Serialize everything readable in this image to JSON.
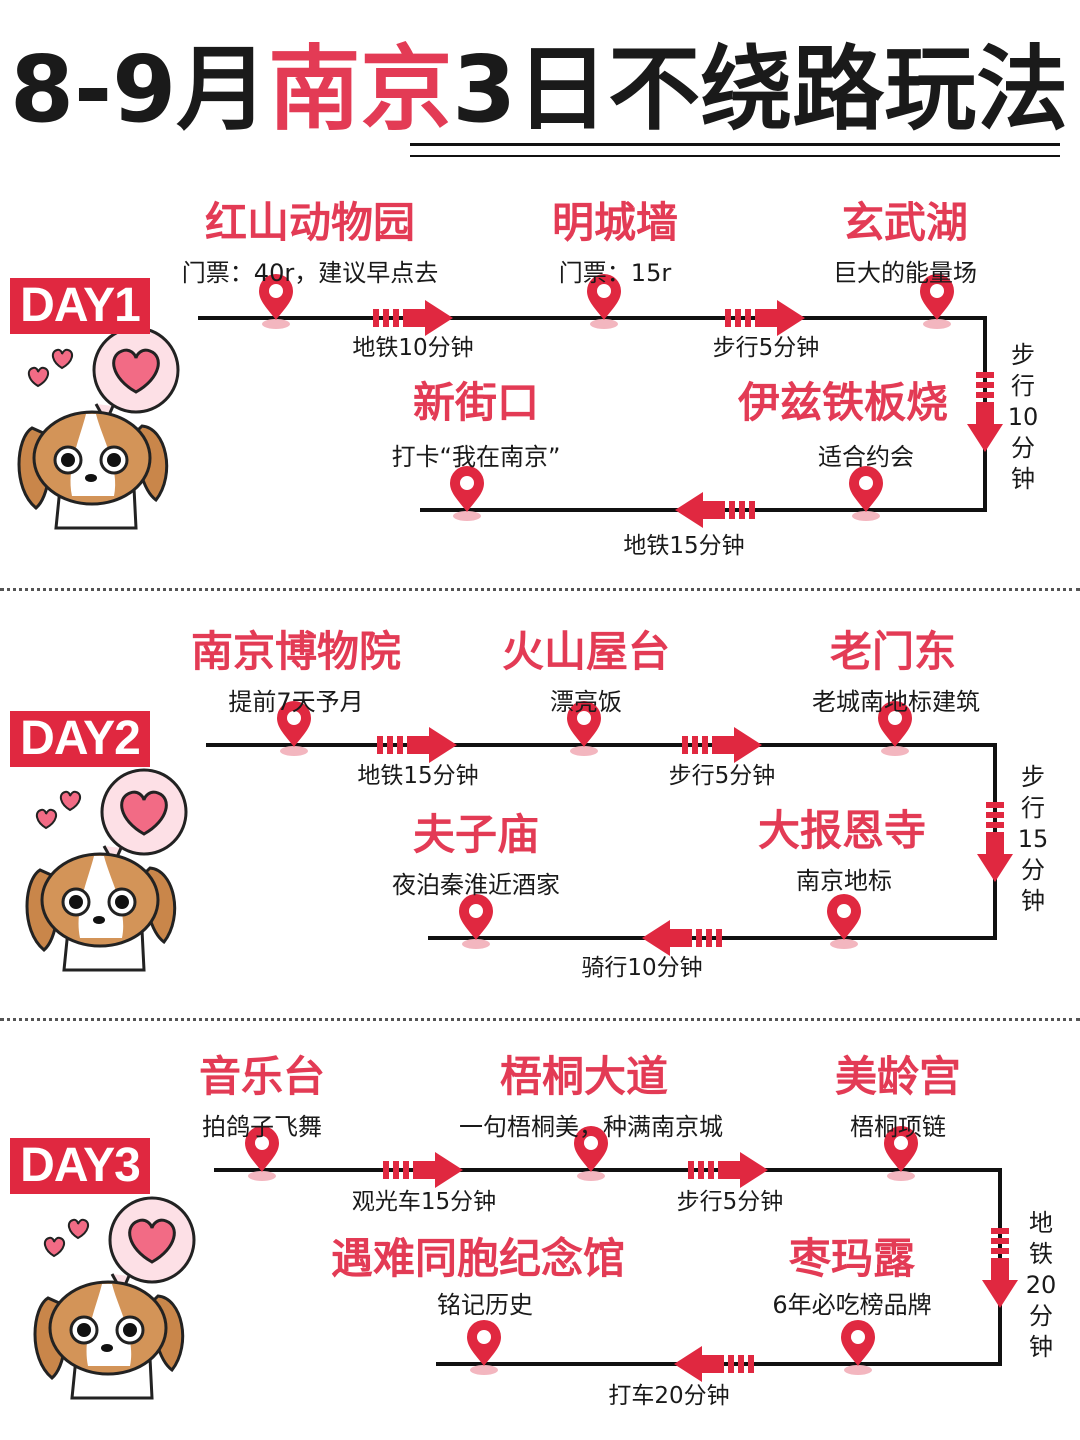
{
  "title": {
    "part1": "8-9月",
    "part2": "南京",
    "part3": "3日不绕路玩法"
  },
  "colors": {
    "accent": "#e33b55",
    "badge": "#e02840",
    "line": "#111111"
  },
  "days": [
    {
      "badge": "DAY1",
      "stops": [
        {
          "name": "红山动物园",
          "note": "门票：40r，建议早点去"
        },
        {
          "name": "明城墙",
          "note": "门票：15r"
        },
        {
          "name": "玄武湖",
          "note": "巨大的能量场"
        },
        {
          "name": "伊兹铁板烧",
          "note": "适合约会"
        },
        {
          "name": "新街口",
          "note": "打卡“我在南京”"
        }
      ],
      "transits": [
        "地铁10分钟",
        "步行5分钟",
        "步行10分钟",
        "地铁15分钟"
      ]
    },
    {
      "badge": "DAY2",
      "stops": [
        {
          "name": "南京博物院",
          "note": "提前7天予月"
        },
        {
          "name": "火山屋台",
          "note": "漂亮饭"
        },
        {
          "name": "老门东",
          "note": "老城南地标建筑"
        },
        {
          "name": "大报恩寺",
          "note": "南京地标"
        },
        {
          "name": "夫子庙",
          "note": "夜泊秦淮近酒家"
        }
      ],
      "transits": [
        "地铁15分钟",
        "步行5分钟",
        "步行15分钟",
        "骑行10分钟"
      ]
    },
    {
      "badge": "DAY3",
      "stops": [
        {
          "name": "音乐台",
          "note": "拍鸽子飞舞"
        },
        {
          "name": "梧桐大道",
          "note": "一句梧桐美，种满南京城"
        },
        {
          "name": "美龄宫",
          "note": "梧桐项链"
        },
        {
          "name": "枣玛露",
          "note": "6年必吃榜品牌"
        },
        {
          "name": "遇难同胞纪念馆",
          "note": "铭记历史"
        }
      ],
      "transits": [
        "观光车15分钟",
        "步行5分钟",
        "地铁20分钟",
        "打车20分钟"
      ]
    }
  ],
  "icons": [
    "map-pin-icon",
    "red-arrow-icon",
    "puppy-heart-sticker"
  ]
}
